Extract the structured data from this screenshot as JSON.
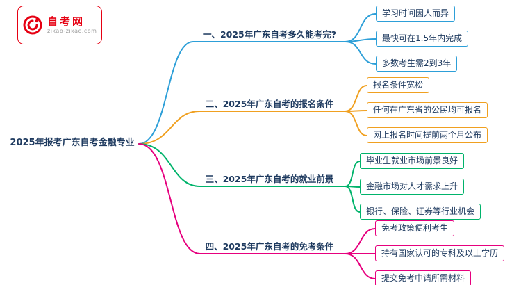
{
  "logo": {
    "title": "自考网",
    "subtitle": "zikao-zikao.com",
    "border_color": "#e60012"
  },
  "root": {
    "label": "2025年报考广东自考金融专业",
    "color": "#1e3a5f"
  },
  "branches": [
    {
      "label": "一、2025年广东自考多久能考完?",
      "color": "#2d9fd8",
      "children": [
        "学习时间因人而异",
        "最快可在1.5年内完成",
        "多数考生需2到3年"
      ]
    },
    {
      "label": "二、2025年广东自考的报名条件",
      "color": "#f0a020",
      "children": [
        "报名条件宽松",
        "任何在广东省的公民均可报名",
        "网上报名时间提前两个月公布"
      ]
    },
    {
      "label": "三、2025年广东自考的就业前景",
      "color": "#00b36b",
      "children": [
        "毕业生就业市场前景良好",
        "金融市场对人才需求上升",
        "银行、保险、证券等行业机会"
      ]
    },
    {
      "label": "四、2025年广东自考的免考条件",
      "color": "#e6007e",
      "children": [
        "免考政策便利考生",
        "持有国家认可的专科及以上学历",
        "提交免考申请所需材料"
      ]
    }
  ]
}
